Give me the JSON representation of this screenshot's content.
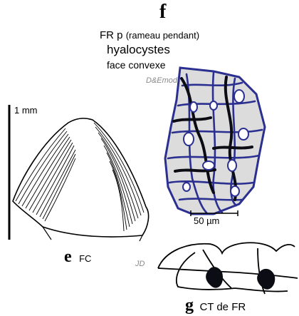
{
  "panel_f": {
    "letter": "f",
    "title_line_1_main": "FR p",
    "title_line_1_paren": "(rameau pendant)",
    "title_line_2": "hyalocystes",
    "title_line_3": "face convexe",
    "credit": "D&Emod.",
    "scale_bar_label": "50 µm"
  },
  "panel_e": {
    "letter": "e",
    "caption": "FC",
    "scale_bar_label": "1 mm"
  },
  "panel_g": {
    "letter": "g",
    "caption": "CT de FR",
    "credit": "JD"
  },
  "colors": {
    "ink": "#000000",
    "cell_fill": "#dcdcdc",
    "cell_outline": "#2b2f8f",
    "wall_fill": "#0c0c14",
    "credit": "#8a8a8a"
  }
}
